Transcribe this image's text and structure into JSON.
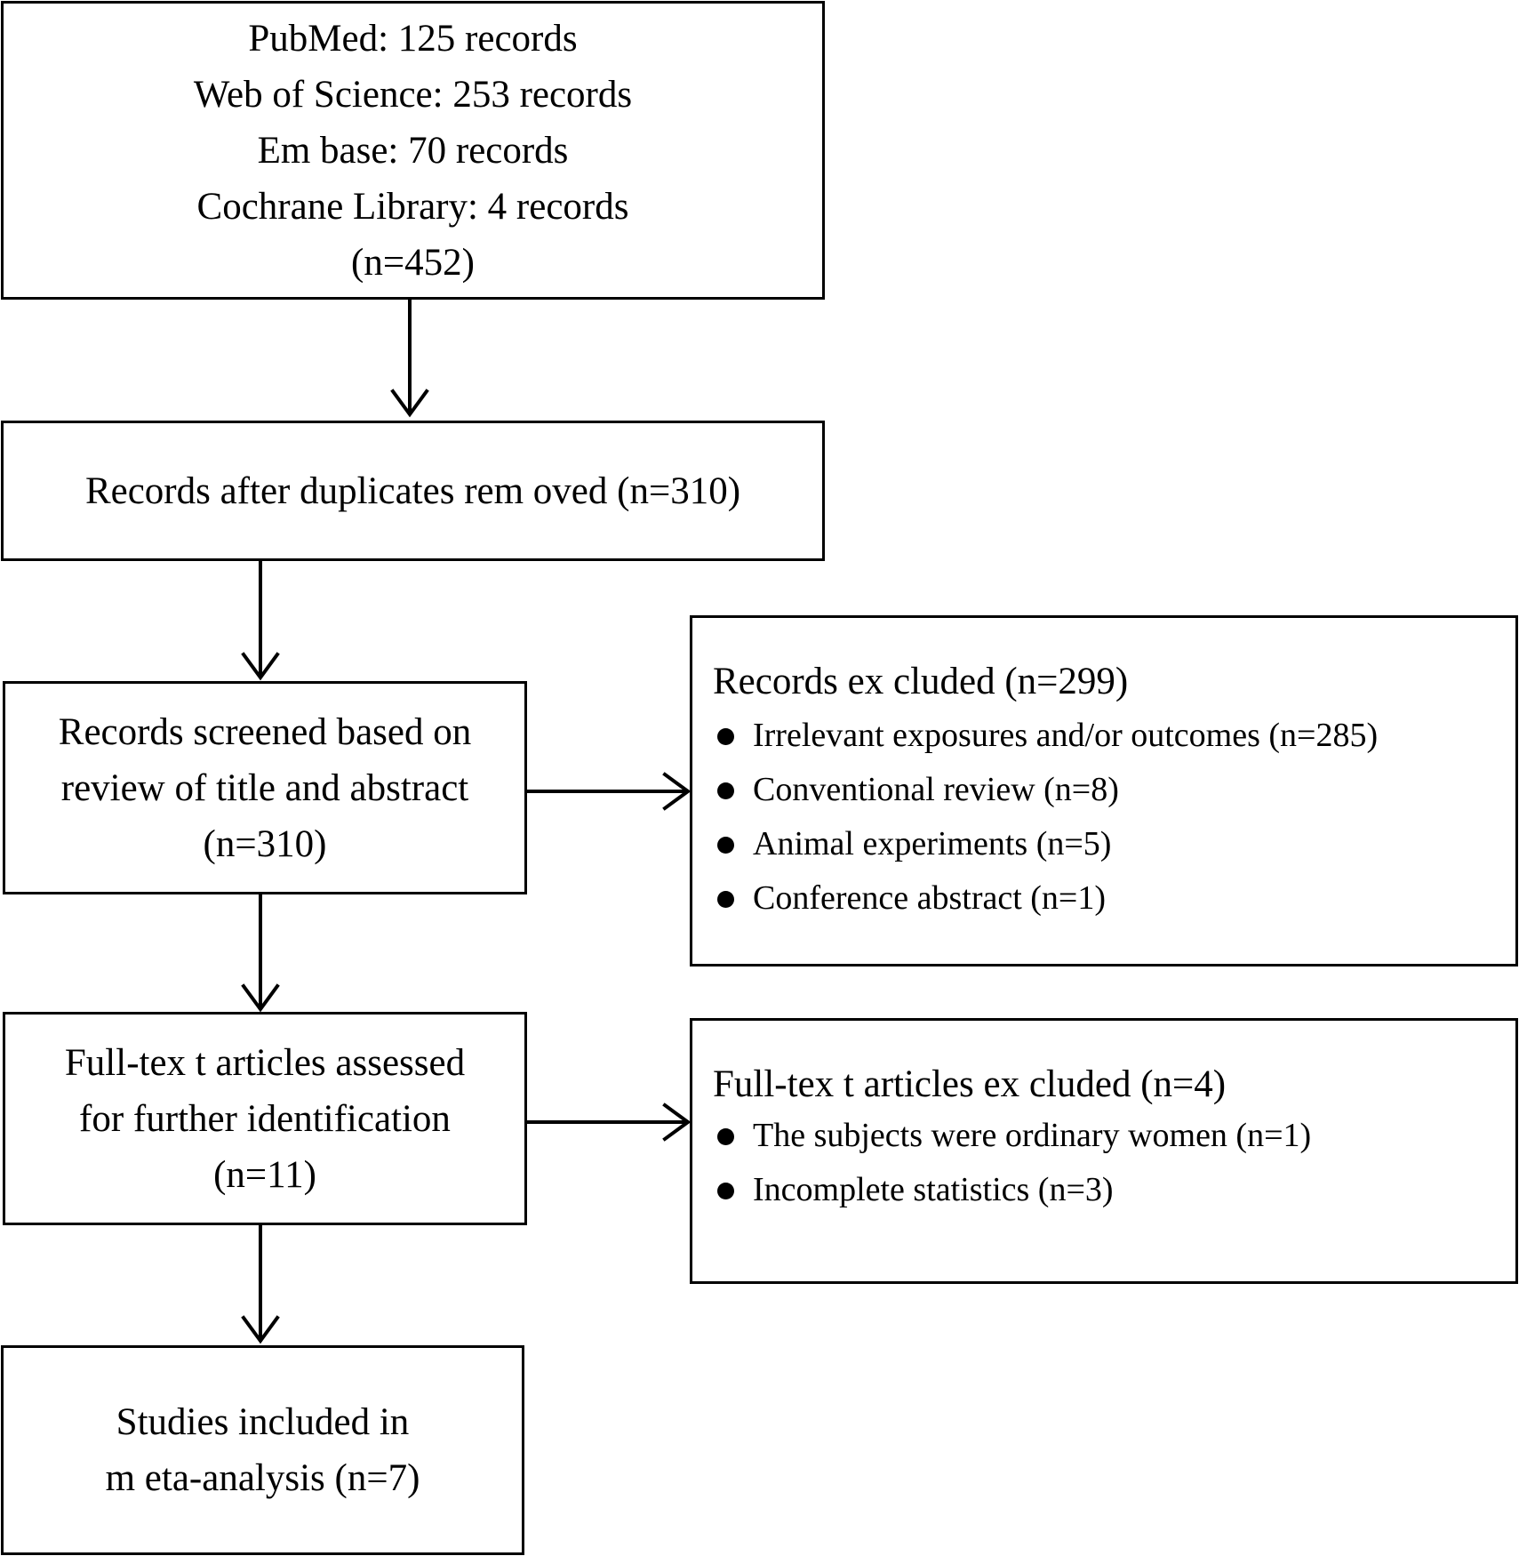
{
  "sources": {
    "lines": [
      "PubMed: 125 records",
      "Web of Science: 253 records",
      "Em base: 70 records",
      "Cochrane Library: 4 records",
      "(n=452)"
    ]
  },
  "deduplicated": {
    "text": "Records after duplicates rem oved (n=310)"
  },
  "screened": {
    "lines": [
      "Records screened based on",
      "review of title and abstract",
      "(n=310)"
    ]
  },
  "excluded_records": {
    "title": "Records ex cluded (n=299)",
    "items": [
      "Irrelevant exposures and/or outcomes (n=285)",
      "Conventional review (n=8)",
      "Animal experiments (n=5)",
      "Conference abstract (n=1)"
    ]
  },
  "fulltext": {
    "lines": [
      "Full-tex t articles assessed",
      "for further identification",
      "(n=11)"
    ]
  },
  "excluded_fulltext": {
    "title": "Full-tex t articles ex cluded (n=4)",
    "items": [
      "The subjects were ordinary women (n=1)",
      "Incomplete statistics (n=3)"
    ]
  },
  "included": {
    "lines": [
      "Studies included in",
      "m eta-analysis (n=7)"
    ]
  },
  "colors": {
    "stroke": "#000000",
    "background": "#ffffff"
  }
}
